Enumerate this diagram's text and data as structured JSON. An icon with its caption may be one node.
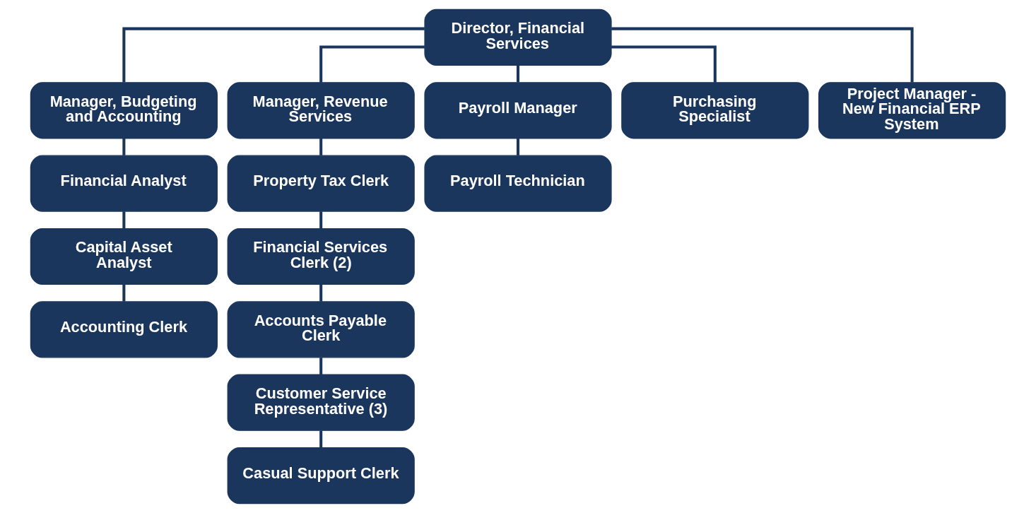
{
  "diagram": {
    "nodes": [
      {
        "text": [
          "Director, Financial Services"
        ]
      },
      {
        "text": [
          "Manager, Budgeting and Accounting"
        ]
      },
      {
        "text": [
          "Manager, Revenue Services"
        ]
      },
      {
        "text": [
          "Payroll Manager"
        ]
      },
      {
        "text": [
          "Purchasing Specialist"
        ]
      },
      {
        "text": [
          "Project Manager - New Financial ERP System"
        ]
      },
      {
        "text": [
          "Financial Analyst"
        ]
      },
      {
        "text": [
          "Capital Asset Analyst"
        ]
      },
      {
        "text": [
          "Accounting Clerk"
        ]
      },
      {
        "text": [
          "Property Tax Clerk"
        ]
      },
      {
        "text": [
          "Financial Services Clerk (2)"
        ]
      },
      {
        "text": [
          "Accounts Payable Clerk"
        ]
      },
      {
        "text": [
          "Customer Service Representative (3)"
        ]
      },
      {
        "text": [
          "Casual Support Clerk"
        ]
      },
      {
        "text": [
          "Payroll Technician"
        ]
      }
    ],
    "edges": [
      {
        "from": 0,
        "to": 1,
        "arrow": "none"
      },
      {
        "from": 0,
        "to": 2,
        "arrow": "none"
      },
      {
        "from": 0,
        "to": 3,
        "arrow": "none"
      },
      {
        "from": 0,
        "to": 4,
        "arrow": "none"
      },
      {
        "from": 0,
        "to": 5,
        "arrow": "none"
      },
      {
        "from": 1,
        "to": 6,
        "arrow": "none"
      },
      {
        "from": 6,
        "to": 7,
        "arrow": "none"
      },
      {
        "from": 7,
        "to": 8,
        "arrow": "none"
      },
      {
        "from": 2,
        "to": 9,
        "arrow": "none"
      },
      {
        "from": 9,
        "to": 10,
        "arrow": "none"
      },
      {
        "from": 10,
        "to": 11,
        "arrow": "none"
      },
      {
        "from": 11,
        "to": 12,
        "arrow": "none"
      },
      {
        "from": 12,
        "to": 13,
        "arrow": "none"
      },
      {
        "from": 3,
        "to": 14,
        "arrow": "none"
      }
    ]
  }
}
